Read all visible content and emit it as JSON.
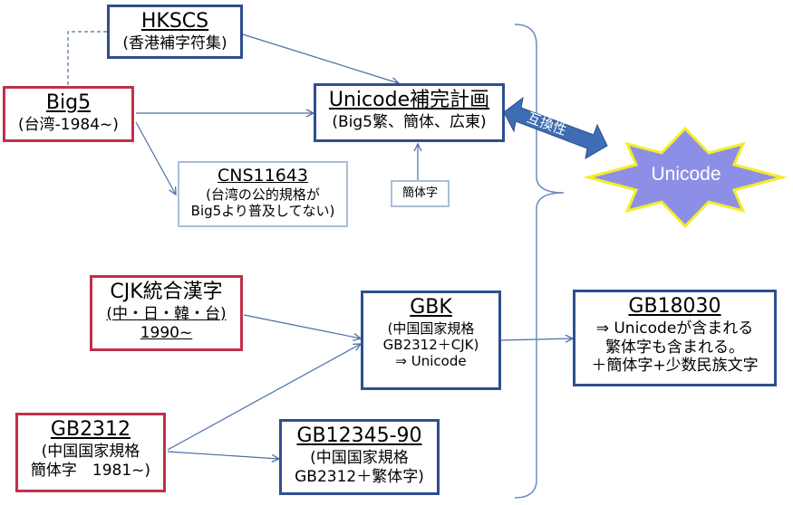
{
  "nodes": {
    "hkscs": {
      "title": "HKSCS",
      "sub": "(香港補字符集)"
    },
    "big5": {
      "title": "Big5",
      "sub": "(台湾-1984~)"
    },
    "unicode_supp": {
      "title": "Unicode補完計画",
      "sub": "(Big5繁、簡体、広東)"
    },
    "cns11643": {
      "title": "CNS11643",
      "line2": "(台湾の公的規格が",
      "line3": "Big5より普及してない)"
    },
    "simplified_chars": {
      "label": "簡体字"
    },
    "unicode": {
      "label": "Unicode"
    },
    "mutual": {
      "label": "互換性"
    },
    "cjk": {
      "title": "CJK統合漢字",
      "line2": "(中・日・韓・台)",
      "line3": "1990~"
    },
    "gbk": {
      "title": "GBK",
      "line2": "(中国国家規格",
      "line3": "GB2312＋CJK)",
      "line4": "⇒ Unicode"
    },
    "gb18030": {
      "title": "GB18030",
      "line2": "⇒ Unicodeが含まれる",
      "line3": "繁体字も含まれる。",
      "line4": "＋簡体字+少数民族文字"
    },
    "gb2312": {
      "title": "GB2312",
      "line2": "(中国国家規格",
      "line3": "簡体字　1981~)"
    },
    "gb12345": {
      "title": "GB12345-90",
      "line2": "(中国国家規格",
      "line3": "GB2312＋繁体字)"
    }
  },
  "colors": {
    "legacy_border": "#c0304a",
    "standard_border": "#2e4f8f",
    "note_border": "#a9bfd9",
    "connector": "#4a6fa5",
    "star_fill": "#8d8fe6",
    "star_outline": "#f2ee2a",
    "double_arrow": "#3e6db5"
  }
}
